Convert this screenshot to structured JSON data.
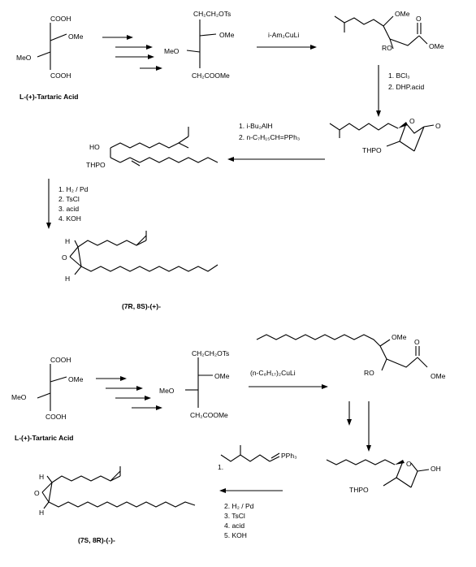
{
  "scheme1": {
    "start": {
      "cooh_top": "COOH",
      "ome": "OMe",
      "meo": "MeO",
      "cooh_bottom": "COOH",
      "name": "L-(+)-Tartaric Acid"
    },
    "inter1": {
      "ch2ch2ots": "CH₂CH₂OTs",
      "ome": "OMe",
      "meo": "MeO",
      "ch2coome": "CH₂COOMe"
    },
    "reagent1": "i-Am₂CuLi",
    "inter2": {
      "ome": "OMe",
      "ro": "RO",
      "ome_ester": "OMe",
      "o": "O"
    },
    "reagent2": {
      "step1": "1.  BCl₃",
      "step2": "2.  DHP.acid"
    },
    "lactone": {
      "thpo": "THPO",
      "o_ring": "O",
      "o_carbonyl": "O"
    },
    "reagent3": {
      "step1": "1.  i-Bu₂AlH",
      "step2": "2.  n-C₇H₁₅CH=PPh₃"
    },
    "alkene": {
      "ho": "HO",
      "thpo": "THPO"
    },
    "reagent4": {
      "step1": "1.  H₂ / Pd",
      "step2": "2.  TsCl",
      "step3": "3.  acid",
      "step4": "4.  KOH"
    },
    "epoxide": {
      "h_top": "H",
      "o": "O",
      "h_bottom": "H",
      "name": "(7R, 8S)-(+)-"
    }
  },
  "scheme2": {
    "start": {
      "cooh_top": "COOH",
      "ome": "OMe",
      "meo": "MeO",
      "cooh_bottom": "COOH",
      "name": "L-(+)-Tartaric Acid"
    },
    "inter1": {
      "ch2ch2ots": "CH₂CH₂OTs",
      "ome": "OMe",
      "meo": "MeO",
      "ch2coome": "CH₂COOMe"
    },
    "reagent1": "(n-C₈H₁₇)₂CuLi",
    "inter2": {
      "ome": "OMe",
      "ro": "RO",
      "ome_ester": "OMe",
      "o": "O"
    },
    "lactol": {
      "thpo": "THPO",
      "o_ring": "O",
      "oh": "OH"
    },
    "ylide": {
      "pph3": "PPh₃",
      "num": "1."
    },
    "reagent2": {
      "step2": "2.  H₂ / Pd",
      "step3": "3.  TsCl",
      "step4": "4.  acid",
      "step5": "5.  KOH"
    },
    "epoxide": {
      "h_top": "H",
      "o": "O",
      "h_bottom": "H",
      "name": "(7S, 8R)-(-)-"
    }
  }
}
